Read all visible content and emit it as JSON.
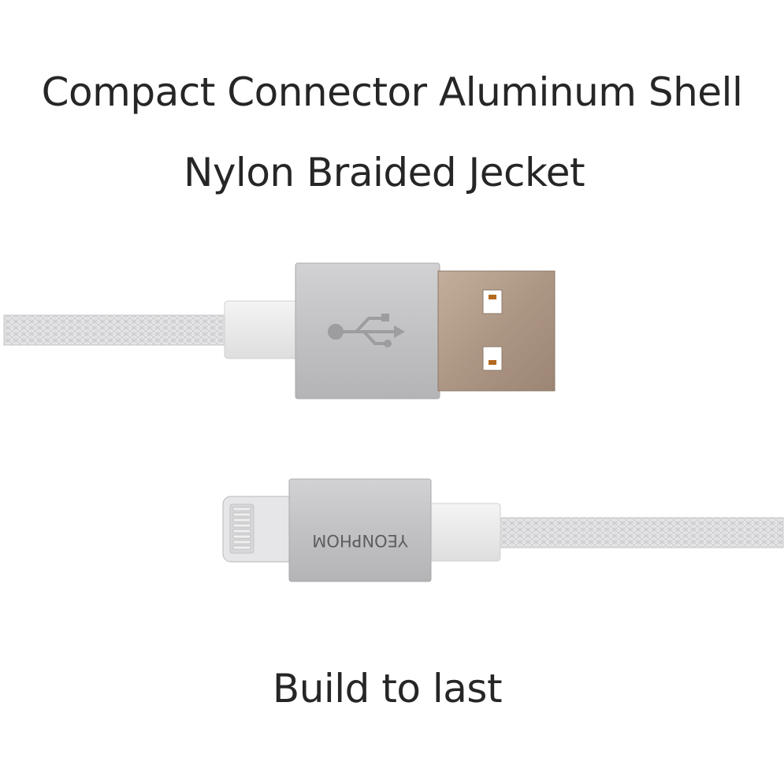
{
  "captions": {
    "line1": "Compact Connector Aluminum Shell",
    "line2": "Nylon Braided Jecket",
    "line3": "Build to last"
  },
  "product": {
    "brand_mark": "YEONPHOM",
    "usb_symbol": "usb-trident-icon"
  },
  "colors": {
    "background": "#ffffff",
    "text": "#262626",
    "aluminum": "#c4c4c6",
    "cable_braid": "#d9d9db",
    "usb_plug_gold": "#b09a88"
  }
}
